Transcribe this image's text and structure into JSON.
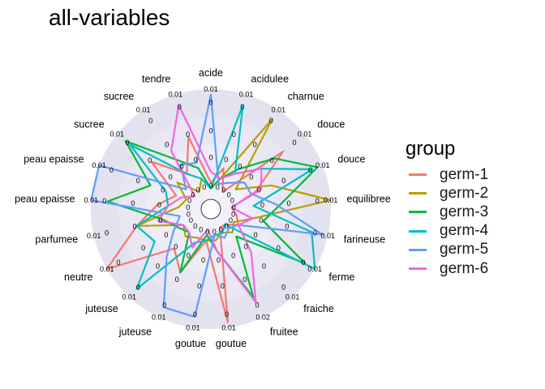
{
  "chart_data": {
    "type": "radar",
    "title": "all-variables",
    "legend_title": "group",
    "legend_position": "right",
    "variables": [
      "acide",
      "acidulee",
      "charnue",
      "douce",
      "douce",
      "equilibree",
      "farineuse",
      "ferme",
      "fraiche",
      "fruitee",
      "goutue",
      "goutue",
      "juteuse",
      "juteuse",
      "neutre",
      "parfumee",
      "peau epaisse",
      "peau epaisse",
      "sucree",
      "sucree",
      "tendre"
    ],
    "variable_max": [
      "0.01",
      "0.01",
      "0.01",
      "0.01",
      "0.01",
      "0.01",
      "0.01",
      "0.01",
      "0.01",
      "0.02",
      "0.01",
      "0.01",
      "0.01",
      "0.01",
      "0.01",
      "0.01",
      "0.01",
      "0.01",
      "0.01",
      "0.01",
      "0.01"
    ],
    "grid_ticks": [
      0,
      0.25,
      0.5,
      0.75,
      1
    ],
    "series": [
      {
        "name": "germ-1",
        "color": "#F8766D",
        "values": [
          0.15,
          0.3,
          0.1,
          0.75,
          0.35,
          0.1,
          0.15,
          0.2,
          0.1,
          0.1,
          0.95,
          0.2,
          0.55,
          0.4,
          1.0,
          0.6,
          0.4,
          0.25,
          0.6,
          0.3,
          0.6
        ]
      },
      {
        "name": "germ-2",
        "color": "#B79F00",
        "values": [
          0.1,
          0.2,
          0.9,
          0.2,
          0.5,
          1.0,
          0.3,
          0.15,
          0.2,
          0.15,
          0.2,
          0.2,
          0.2,
          0.25,
          0.2,
          0.6,
          0.2,
          0.15,
          0.3,
          0.1,
          0.2
        ]
      },
      {
        "name": "germ-3",
        "color": "#00BA38",
        "values": [
          0.1,
          0.2,
          0.35,
          0.65,
          0.95,
          0.55,
          0.4,
          0.9,
          0.25,
          0.8,
          0.3,
          0.15,
          0.55,
          0.2,
          0.25,
          0.35,
          0.85,
          0.5,
          0.9,
          0.45,
          0.3
        ]
      },
      {
        "name": "germ-4",
        "color": "#00BFC4",
        "values": [
          0.1,
          0.9,
          0.3,
          0.5,
          0.9,
          0.3,
          0.85,
          1.0,
          0.1,
          0.15,
          0.15,
          0.2,
          0.25,
          0.9,
          0.5,
          0.6,
          0.3,
          0.35,
          0.85,
          0.3,
          0.2
        ]
      },
      {
        "name": "germ-5",
        "color": "#619CFF",
        "values": [
          0.95,
          0.15,
          0.2,
          0.3,
          0.3,
          0.5,
          0.95,
          0.2,
          0.15,
          0.2,
          0.15,
          0.9,
          0.9,
          0.5,
          0.3,
          0.2,
          1.0,
          1.0,
          0.2,
          0.4,
          0.35
        ]
      },
      {
        "name": "germ-6",
        "color": "#F564E3",
        "values": [
          0.25,
          0.2,
          0.3,
          0.5,
          0.4,
          0.1,
          0.3,
          0.2,
          0.45,
          0.85,
          0.3,
          0.1,
          0.3,
          0.2,
          0.2,
          0.4,
          0.3,
          0.2,
          0.1,
          0.55,
          0.9
        ]
      }
    ],
    "grid": true
  }
}
